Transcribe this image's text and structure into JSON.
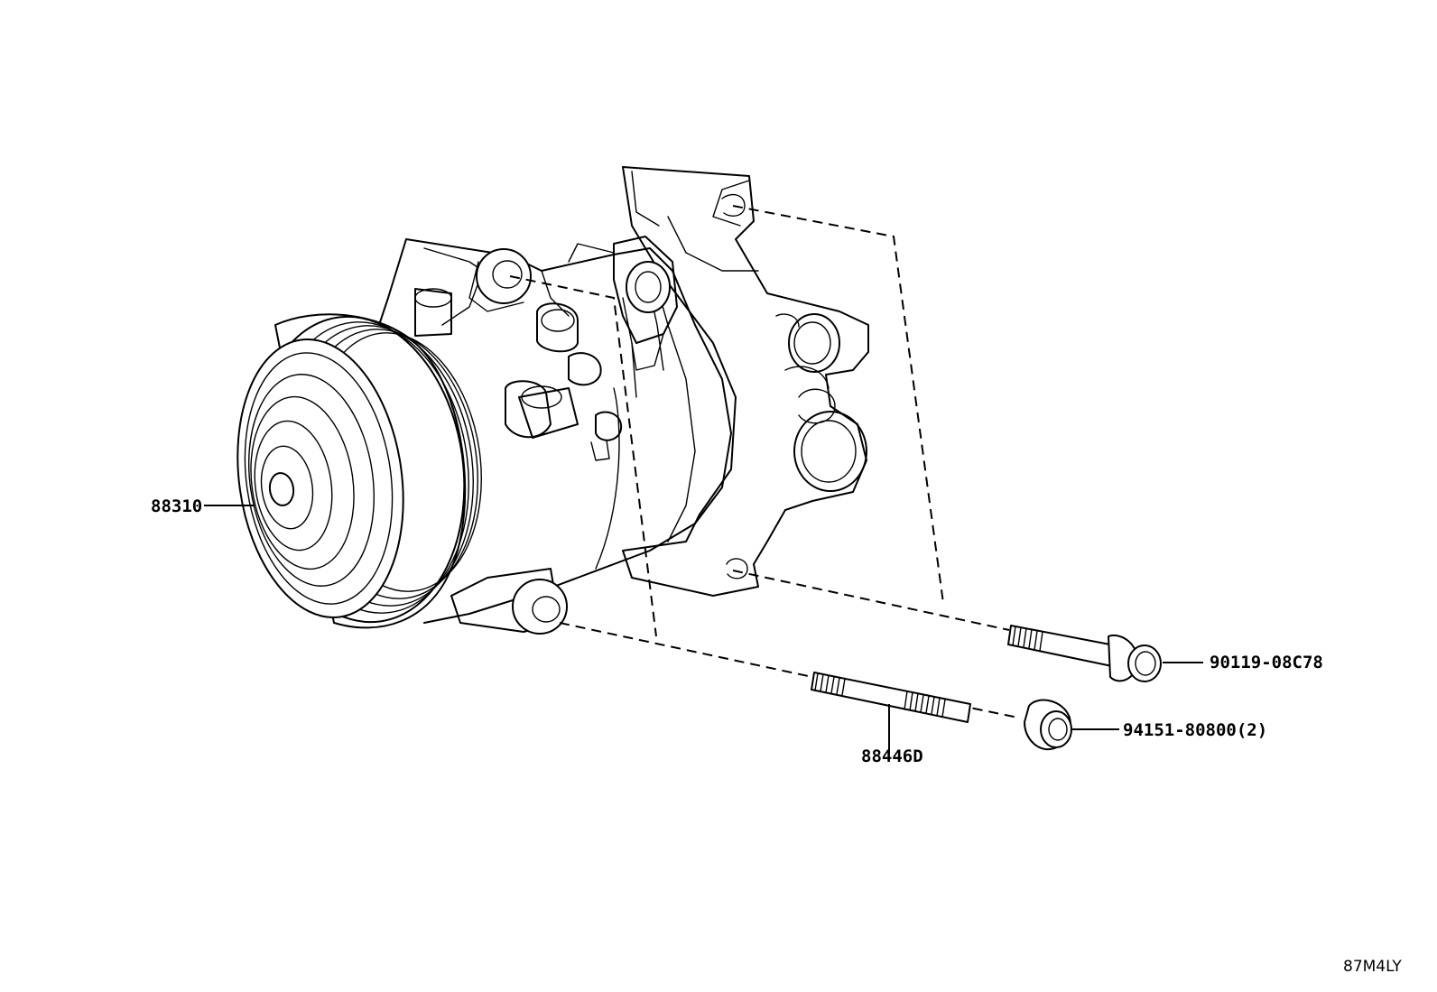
{
  "parts": {
    "compressor": "88310",
    "bolt": "90119-08C78",
    "nut": "94151-80800(2)",
    "stud": "88446D"
  },
  "illustration_code": "87M4LY"
}
